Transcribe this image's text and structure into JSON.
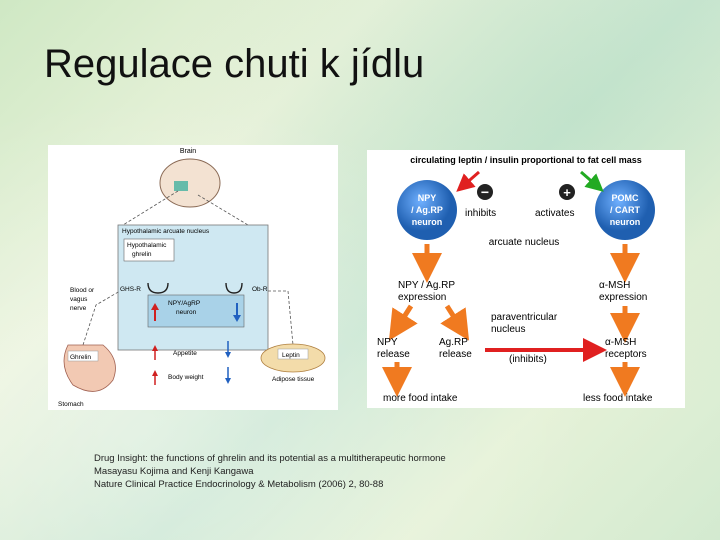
{
  "slide": {
    "title": "Regulace chuti k jídlu"
  },
  "left_figure": {
    "brain": "Brain",
    "hypothalamic_arcuate": "Hypothalamic arcuate nucleus",
    "hypothalamic_ghrelin": [
      "Hypothalamic",
      "ghrelin"
    ],
    "ghsr": "GHS-R",
    "obr": "Ob-R",
    "npy_agrp_neuron": [
      "NPY/AgRP",
      "neuron"
    ],
    "blood_vagus": [
      "Blood or",
      "vagus",
      "nerve"
    ],
    "ghrelin": "Ghrelin",
    "stomach": "Stomach",
    "appetite": "Appetite",
    "body_weight": "Body weight",
    "leptin": "Leptin",
    "adipose": "Adipose tissue"
  },
  "right_figure": {
    "header": "circulating leptin / insulin proportional to fat cell mass",
    "npy_neuron": [
      "NPY",
      "/ Ag.RP",
      "neuron"
    ],
    "pomc_neuron": [
      "POMC",
      "/ CART",
      "neuron"
    ],
    "minus_sign": "−",
    "plus_sign": "+",
    "inhibits": "inhibits",
    "activates": "activates",
    "arcuate": "arcuate nucleus",
    "npy_expression": [
      "NPY / Ag.RP",
      "expression"
    ],
    "amsh_expression": [
      "α-MSH",
      "expression"
    ],
    "paraventricular": [
      "paraventricular",
      "nucleus"
    ],
    "npy_release": [
      "NPY",
      "release"
    ],
    "agrp_release": [
      "Ag.RP",
      "release"
    ],
    "inhibits_paren": "(inhibits)",
    "amsh_receptors": [
      "α-MSH",
      "receptors"
    ],
    "more_food": "more food intake",
    "less_food": "less food intake"
  },
  "caption": {
    "line1": "Drug Insight: the functions of ghrelin and its potential as a multitherapeutic hormone",
    "line2": "Masayasu Kojima and Kenji Kangawa",
    "line3": "Nature Clinical Practice Endocrinology & Metabolism (2006) 2, 80-88"
  },
  "colors": {
    "orange": "#f07a20",
    "blue_neuron": "#1f5fb0",
    "red_arrow": "#e02020",
    "green_arrow": "#22aa22"
  }
}
